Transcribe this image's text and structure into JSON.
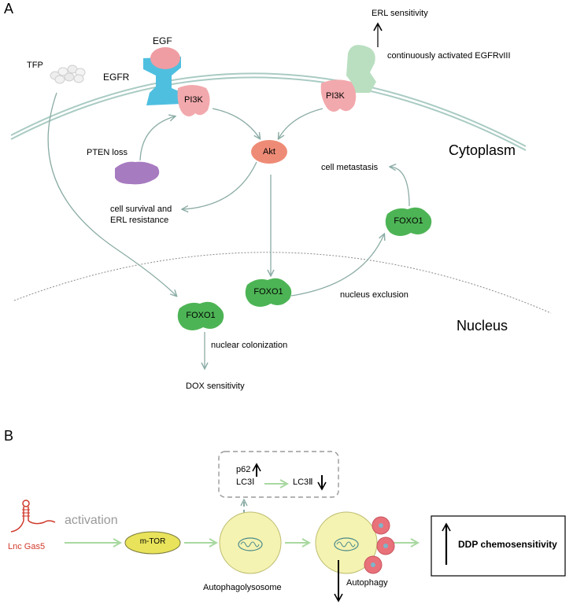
{
  "panel_a": {
    "panel_label": "A",
    "egf": "EGF",
    "egfr": "EGFR",
    "pi3k_left": "PI3K",
    "pi3k_right": "PI3K",
    "tfp": "TFP",
    "erl_sensitivity": "ERL sensitivity",
    "egfrviii": "continuously activated EGFRvIII",
    "pten_loss": "PTEN loss",
    "akt": "Akt",
    "cytoplasm": "Cytoplasm",
    "cell_metastasis": "cell metastasis",
    "cell_survival_line1": "cell survival and",
    "cell_survival_line2": "ERL resistance",
    "foxo1_right": "FOXO1",
    "foxo1_mid": "FOXO1",
    "foxo1_left": "FOXO1",
    "nucleus_exclusion": "nucleus exclusion",
    "nucleus": "Nucleus",
    "nuclear_colonization": "nuclear colonization",
    "dox_sensitivity": "DOX sensitivity"
  },
  "panel_b": {
    "panel_label": "B",
    "p62": "p62",
    "lc3i": "LC3Ⅰ",
    "lc3ii": "LC3Ⅱ",
    "activation": "activation",
    "lnc_gas5": "Lnc Gas5",
    "mtor": "m-TOR",
    "autophagolysosome": "Autophagolysosome",
    "autophagy": "Autophagy",
    "ddp": "DDP chemosensitivity"
  },
  "colors": {
    "arrow": "#8aaba4",
    "pi3k": "#f2a9ad",
    "egfr": "#4fbfe0",
    "egf": "#ef9da3",
    "egfrviii": "#b9dfc0",
    "pten": "#a77bc0",
    "akt": "#ee8b76",
    "foxo1": "#4db455",
    "membrane": "#a9cbc3",
    "mtor": "#e8e35a",
    "autophagosome": "#f5f3b2",
    "lnc": "#d03a2c",
    "green_arrow": "#a8d8a0",
    "vesicle": "#e8717a"
  }
}
